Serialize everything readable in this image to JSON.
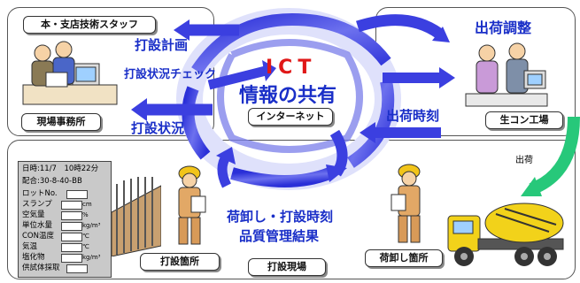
{
  "center": {
    "ict": "ICT",
    "share": "情報の共有",
    "internet": "インターネット"
  },
  "flows": {
    "dasetsu_keikaku": "打設計画",
    "dasetsu_jokyo_check": "打設状況チェック",
    "dasetsu_jokyo": "打設状況",
    "shukka_chosei": "出荷調整",
    "shukka_jikoku": "出荷時刻",
    "shukka": "出荷",
    "unload_line1": "荷卸し・打設時刻",
    "unload_line2": "品質管理結果"
  },
  "labels": {
    "staff": "本・支店技術スタッフ",
    "site_office": "現場事務所",
    "plant": "生コン工場",
    "placement_point": "打設箇所",
    "placement_site": "打設現場",
    "unloading_point": "荷卸し箇所"
  },
  "board": {
    "datetime_label": "日時:",
    "datetime_value": "11/7　10時22分",
    "mix_label": "配合:",
    "mix_value": "30-8-40-BB",
    "rows": [
      {
        "label": "ロットNo.",
        "unit": ""
      },
      {
        "label": "スランプ",
        "unit": "cm"
      },
      {
        "label": "空気量",
        "unit": "%"
      },
      {
        "label": "単位水量",
        "unit": "kg/m³"
      },
      {
        "label": "CON温度",
        "unit": "℃"
      },
      {
        "label": "気温",
        "unit": "℃"
      },
      {
        "label": "塩化物",
        "unit": "kg/m³"
      },
      {
        "label": "供試体採取",
        "unit": ""
      }
    ]
  },
  "colors": {
    "arrow_blue": "#3b3fe0",
    "arrow_light": "#c9cdfa",
    "text_blue": "#1a2fc8",
    "ict_red": "#e01818",
    "green_arrow": "#27c87a"
  }
}
